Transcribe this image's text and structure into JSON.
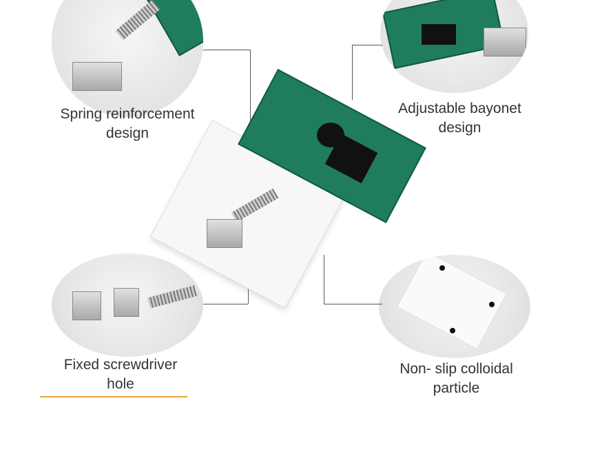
{
  "features": [
    {
      "label_line1": "Spring reinforcement",
      "label_line2": "design"
    },
    {
      "label_line1": "Adjustable bayonet",
      "label_line2": "design"
    },
    {
      "label_line1": "Fixed screwdriver",
      "label_line2": "hole"
    },
    {
      "label_line1": "Non- slip colloidal",
      "label_line2": "particle"
    }
  ],
  "accent_color": "#e8a33a"
}
